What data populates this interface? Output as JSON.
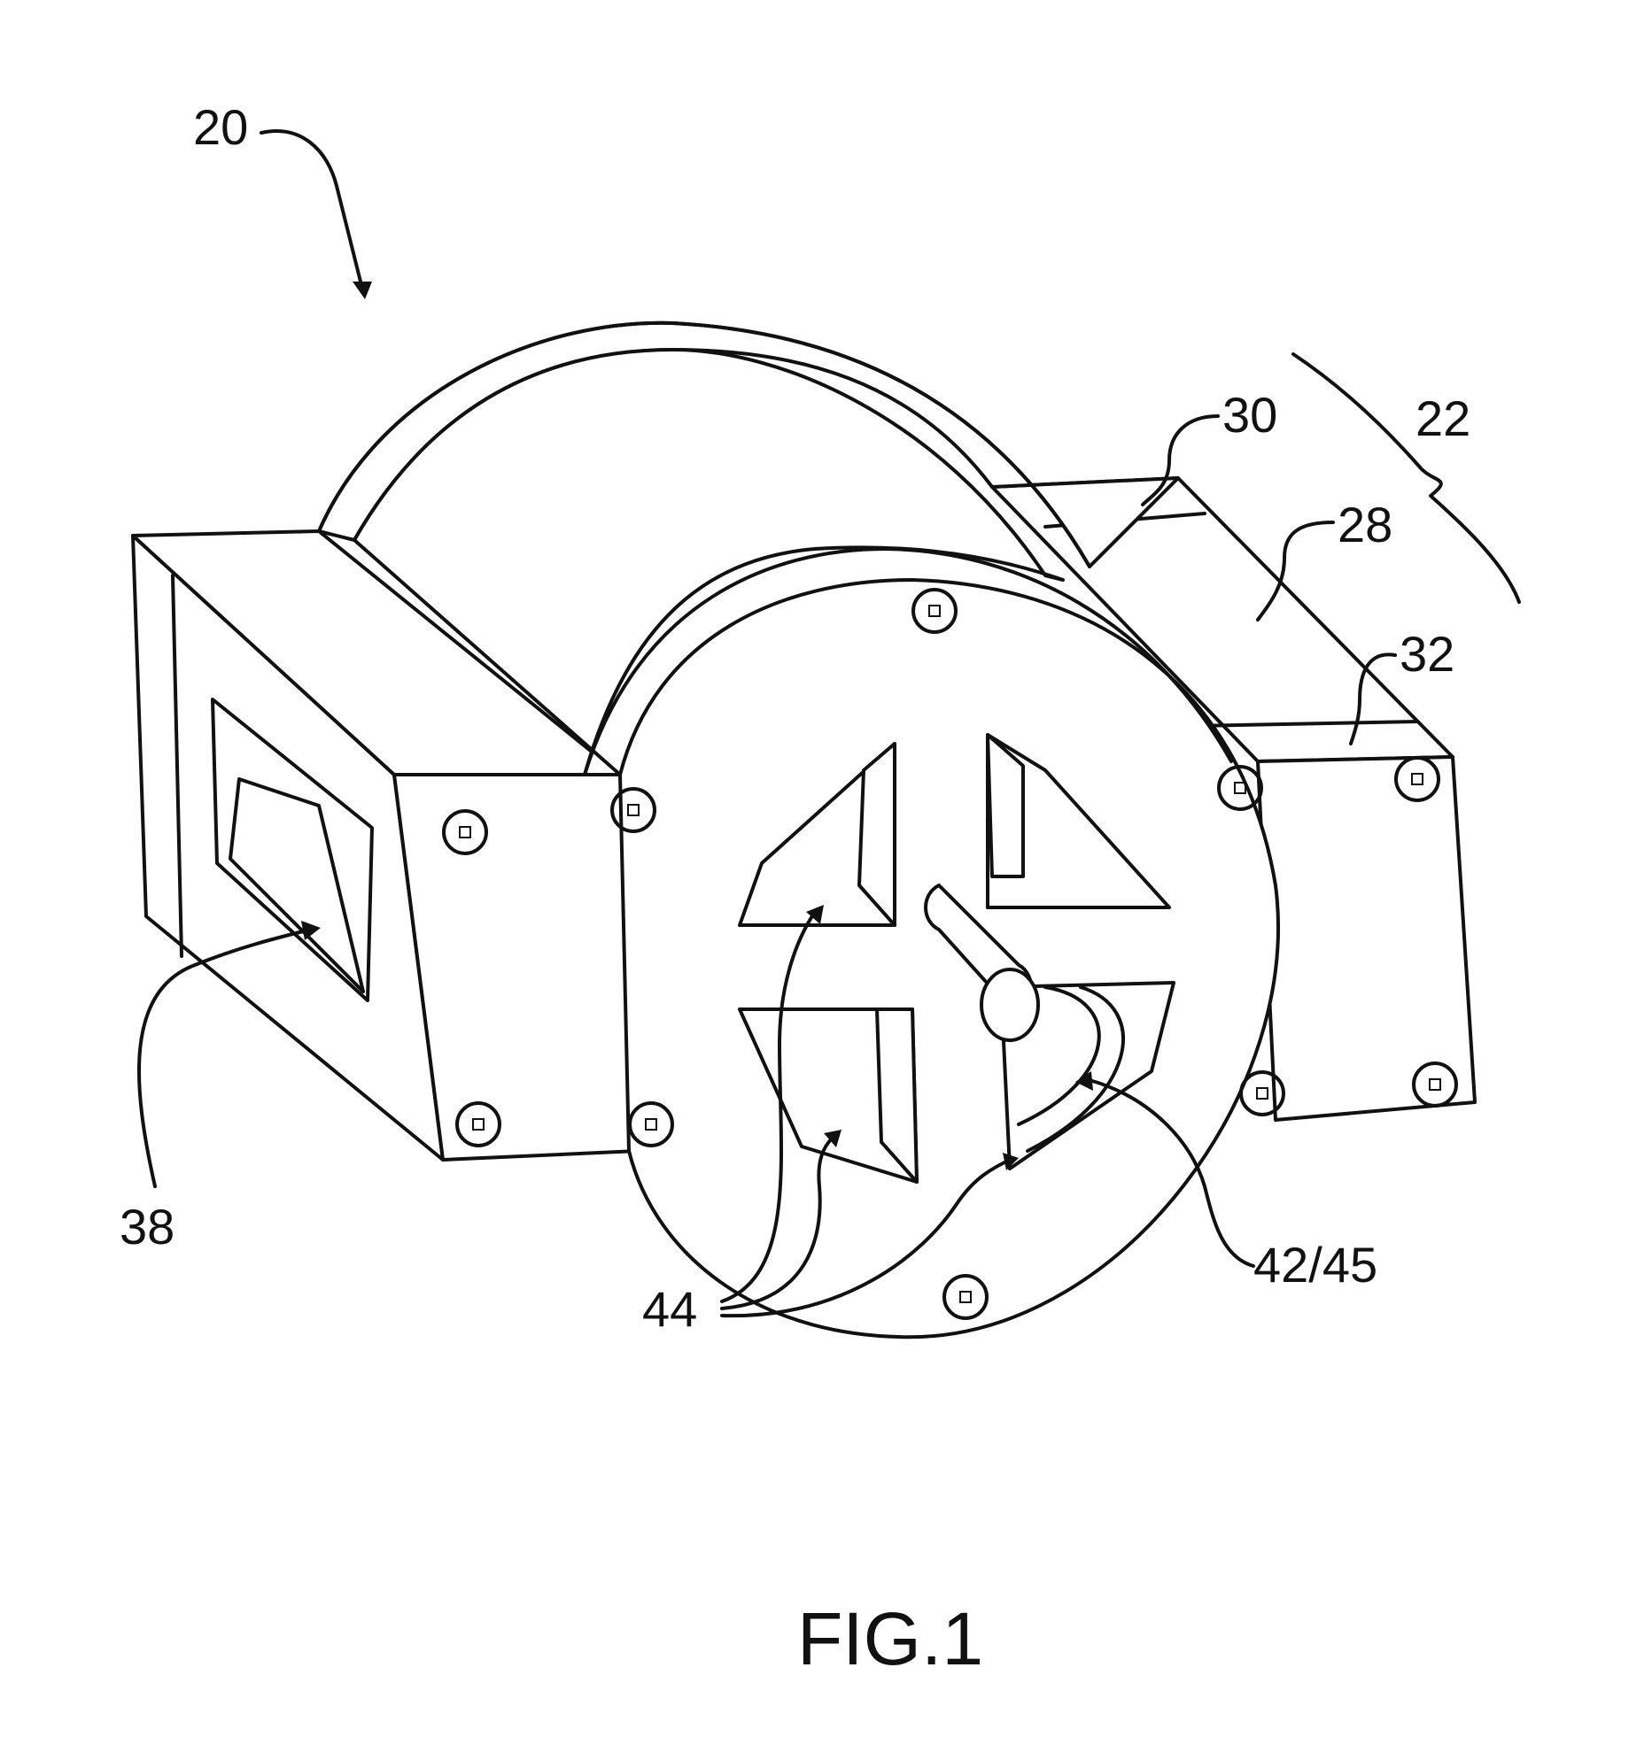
{
  "figure": {
    "caption": "FIG.1",
    "reference_numerals": {
      "assembly": "20",
      "stack": "22",
      "top_lamination": "30",
      "middle_lamination": "28",
      "bottom_lamination": "32",
      "side_window": "38",
      "front_openings": "44",
      "rotor_opening": "42/45"
    }
  }
}
